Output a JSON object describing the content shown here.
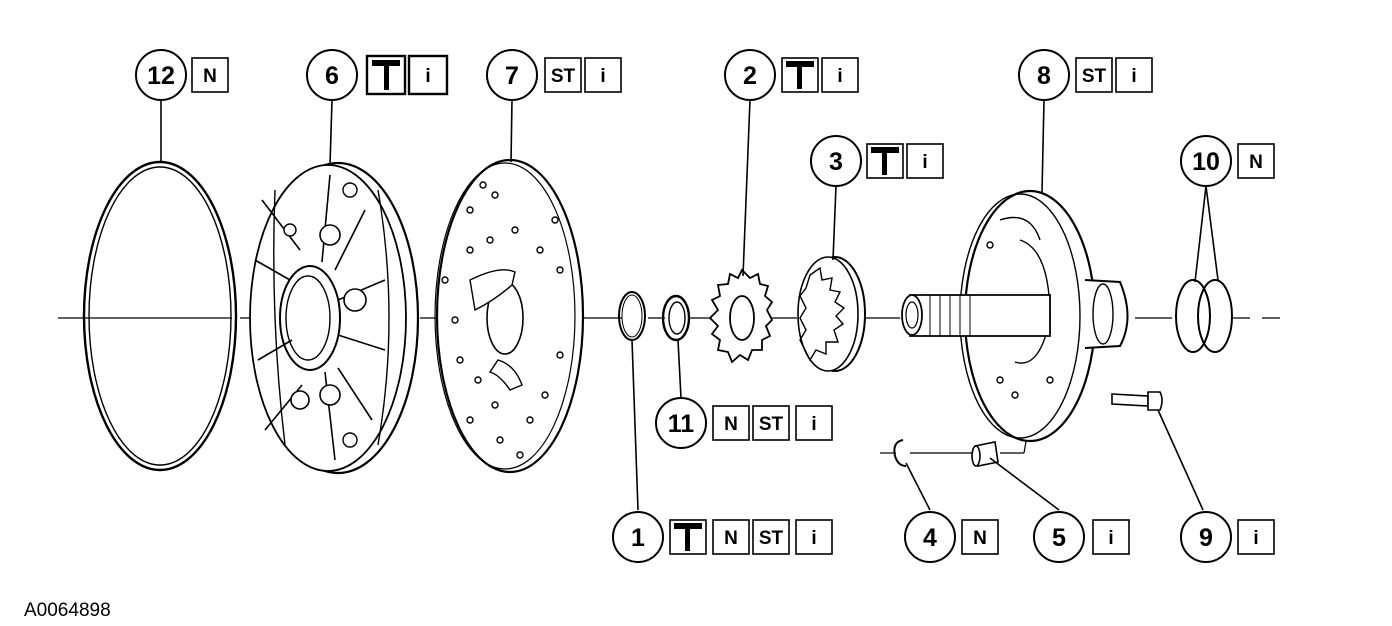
{
  "figure_id": "A0064898",
  "symbols": {
    "new": "N",
    "special_tool": "ST",
    "info": "i",
    "hammer": "hammer-icon"
  },
  "callouts": [
    {
      "num": "12",
      "marks": [
        "N"
      ]
    },
    {
      "num": "6",
      "marks": [
        "hammer",
        "i"
      ]
    },
    {
      "num": "7",
      "marks": [
        "ST",
        "i"
      ]
    },
    {
      "num": "2",
      "marks": [
        "hammer",
        "i"
      ]
    },
    {
      "num": "3",
      "marks": [
        "hammer",
        "i"
      ]
    },
    {
      "num": "8",
      "marks": [
        "ST",
        "i"
      ]
    },
    {
      "num": "10",
      "marks": [
        "N"
      ]
    },
    {
      "num": "11",
      "marks": [
        "N",
        "ST",
        "i"
      ]
    },
    {
      "num": "1",
      "marks": [
        "hammer",
        "N",
        "ST",
        "i"
      ]
    },
    {
      "num": "4",
      "marks": [
        "N"
      ]
    },
    {
      "num": "5",
      "marks": [
        "i"
      ]
    },
    {
      "num": "9",
      "marks": [
        "i"
      ]
    }
  ]
}
